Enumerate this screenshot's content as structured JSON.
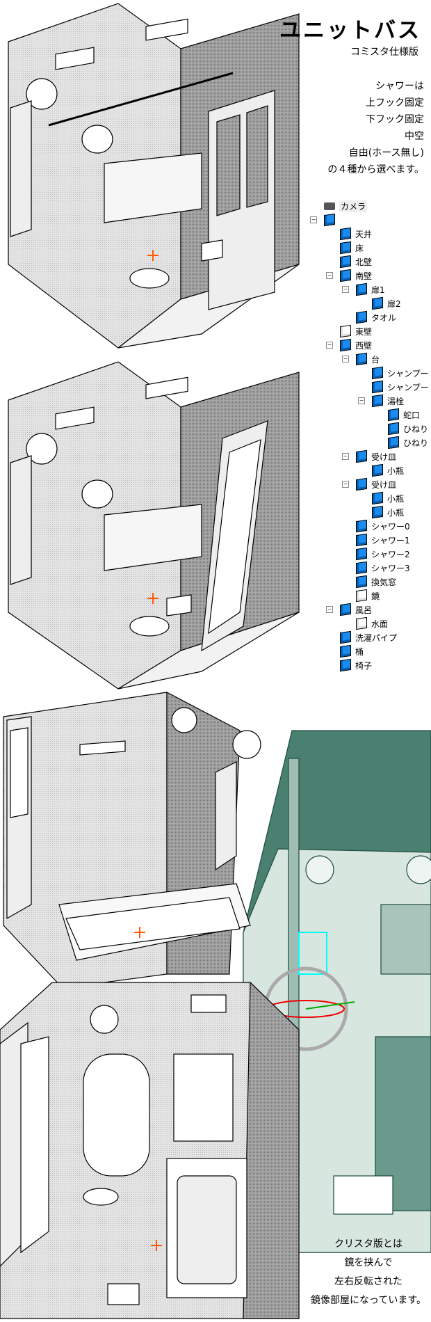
{
  "title": "ユニットバス",
  "subtitle": "コミスタ仕様版",
  "notes": [
    "シャワーは",
    "上フック固定",
    "下フック固定",
    "中空",
    "自由(ホース無し)",
    "の４種から選べます。"
  ],
  "tree": [
    {
      "label": "カメラ",
      "depth": 0,
      "kind": "camera"
    },
    {
      "label": "",
      "depth": 0,
      "kind": "cube",
      "expanded": true
    },
    {
      "label": "天井",
      "depth": 1,
      "kind": "cube"
    },
    {
      "label": "床",
      "depth": 1,
      "kind": "cube"
    },
    {
      "label": "北壁",
      "depth": 1,
      "kind": "cube"
    },
    {
      "label": "南壁",
      "depth": 1,
      "kind": "cube",
      "expanded": true
    },
    {
      "label": "扉1",
      "depth": 2,
      "kind": "cube",
      "expanded": true
    },
    {
      "label": "扉2",
      "depth": 3,
      "kind": "cube"
    },
    {
      "label": "タオル",
      "depth": 2,
      "kind": "cube"
    },
    {
      "label": "東壁",
      "depth": 1,
      "kind": "empty"
    },
    {
      "label": "西壁",
      "depth": 1,
      "kind": "cube",
      "expanded": true
    },
    {
      "label": "台",
      "depth": 2,
      "kind": "cube",
      "expanded": true
    },
    {
      "label": "シャンプー",
      "depth": 3,
      "kind": "cube"
    },
    {
      "label": "シャンプー",
      "depth": 3,
      "kind": "cube"
    },
    {
      "label": "湯栓",
      "depth": 3,
      "kind": "cube",
      "expanded": true
    },
    {
      "label": "蛇口",
      "depth": 4,
      "kind": "cube"
    },
    {
      "label": "ひねり",
      "depth": 4,
      "kind": "cube"
    },
    {
      "label": "ひねり",
      "depth": 4,
      "kind": "cube"
    },
    {
      "label": "受け皿",
      "depth": 2,
      "kind": "cube",
      "expanded": true
    },
    {
      "label": "小瓶",
      "depth": 3,
      "kind": "cube"
    },
    {
      "label": "受け皿",
      "depth": 2,
      "kind": "cube",
      "expanded": true
    },
    {
      "label": "小瓶",
      "depth": 3,
      "kind": "cube"
    },
    {
      "label": "小瓶",
      "depth": 3,
      "kind": "cube"
    },
    {
      "label": "シャワー0",
      "depth": 2,
      "kind": "cube"
    },
    {
      "label": "シャワー1",
      "depth": 2,
      "kind": "cube"
    },
    {
      "label": "シャワー2",
      "depth": 2,
      "kind": "cube"
    },
    {
      "label": "シャワー3",
      "depth": 2,
      "kind": "cube"
    },
    {
      "label": "換気窓",
      "depth": 2,
      "kind": "cube"
    },
    {
      "label": "鏡",
      "depth": 2,
      "kind": "empty"
    },
    {
      "label": "風呂",
      "depth": 1,
      "kind": "cube",
      "expanded": true
    },
    {
      "label": "水面",
      "depth": 2,
      "kind": "empty"
    },
    {
      "label": "洗濯パイプ",
      "depth": 1,
      "kind": "cube"
    },
    {
      "label": "桶",
      "depth": 1,
      "kind": "cube"
    },
    {
      "label": "椅子",
      "depth": 1,
      "kind": "cube"
    }
  ],
  "bottom_notes": [
    "クリスタ版とは",
    "鏡を挟んで",
    "左右反転された",
    "鏡像部屋になっています。"
  ],
  "colors": {
    "teal": "#4a8070",
    "teal_light": "#d8e6e0",
    "wall_gray": "#d8d8d8",
    "dark_wall": "#9a9a9a",
    "cube_blue": "#1a8cf0",
    "marker": "#ff5a00"
  }
}
